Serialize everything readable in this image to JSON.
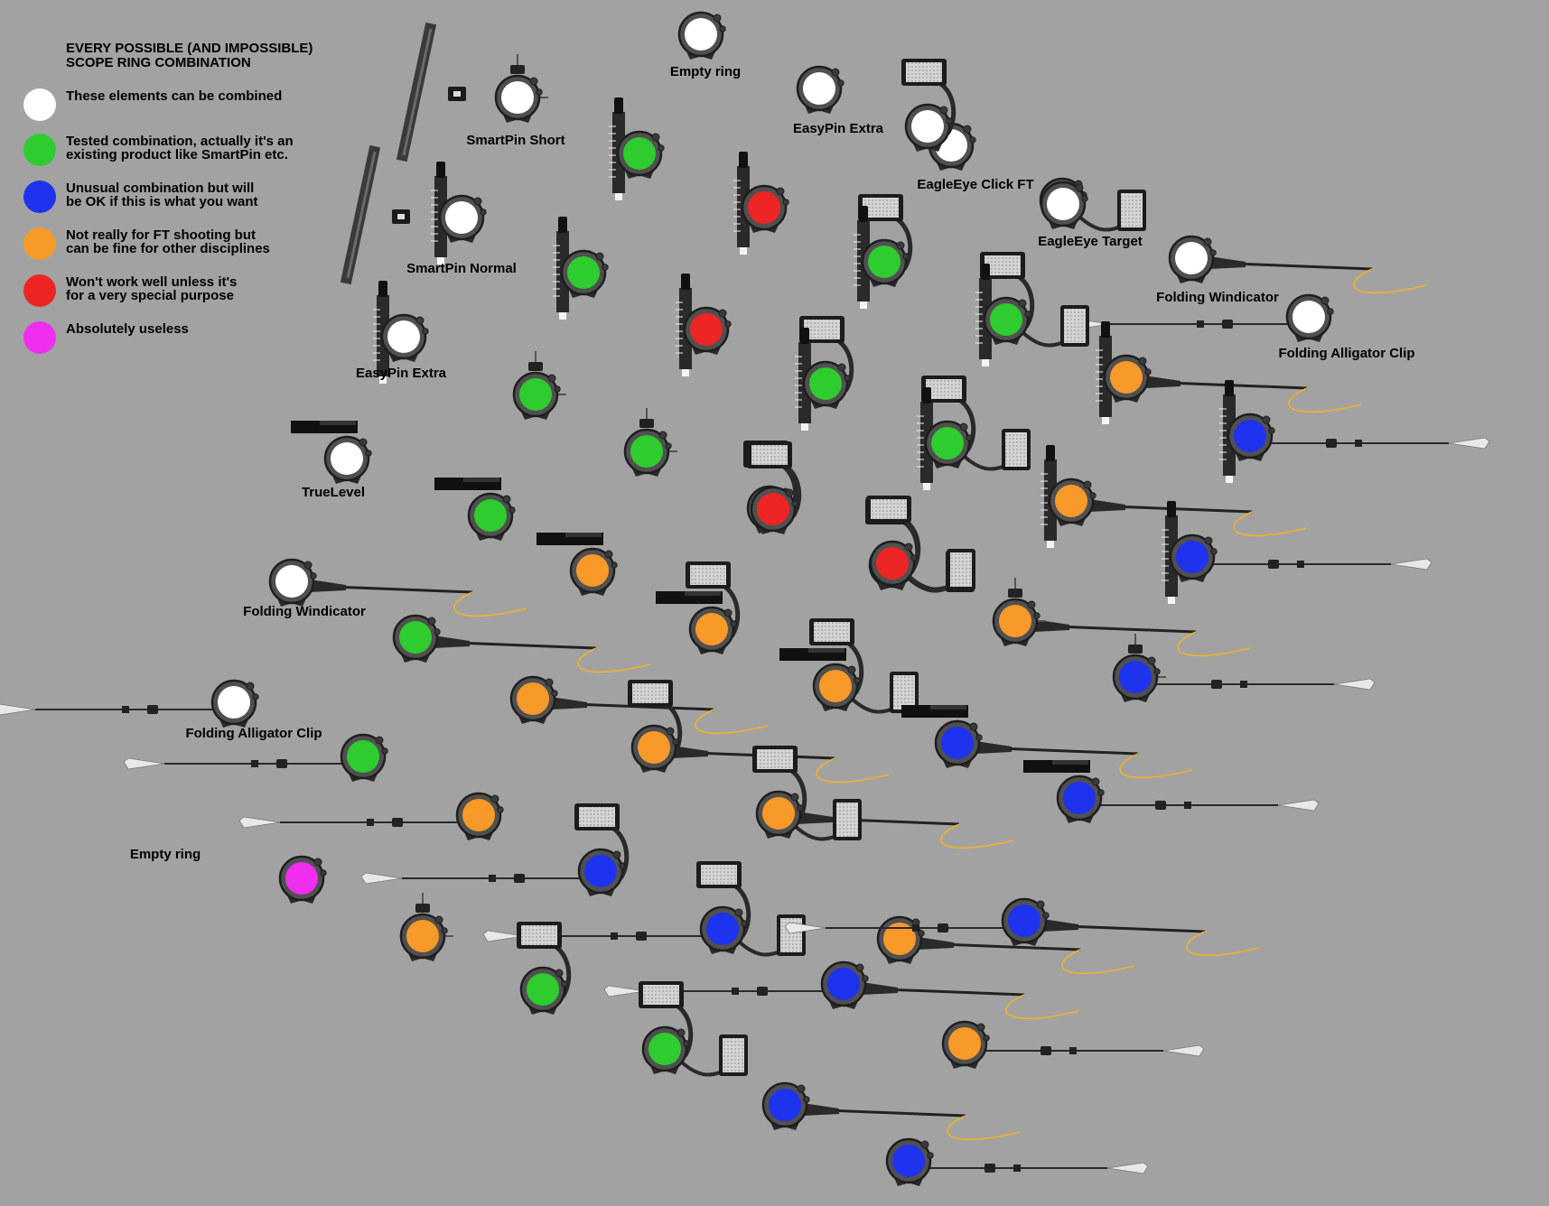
{
  "title_lines": [
    "EVERY POSSIBLE (AND IMPOSSIBLE)",
    "SCOPE RING COMBINATION"
  ],
  "colors": {
    "white": "#ffffff",
    "green": "#2ecc2e",
    "blue": "#1e33ee",
    "orange": "#f89a2a",
    "red": "#ee2525",
    "magenta": "#f02ef0",
    "background": "#a2a2a2",
    "wire": "#f0b22a"
  },
  "legend": [
    {
      "color": "white",
      "lines": [
        "These elements can be combined"
      ]
    },
    {
      "color": "green",
      "lines": [
        "Tested combination, actually it's an",
        "existing product like SmartPin etc."
      ]
    },
    {
      "color": "blue",
      "lines": [
        "Unusual combination but will",
        "be OK if this is what you want"
      ]
    },
    {
      "color": "orange",
      "lines": [
        "Not really for FT shooting but",
        "can be fine for other disciplines"
      ]
    },
    {
      "color": "red",
      "lines": [
        "Won't work well unless it's",
        "for a very special purpose"
      ]
    },
    {
      "color": "magenta",
      "lines": [
        "Absolutely useless"
      ]
    }
  ],
  "element_labels": {
    "empty_ring_top": "Empty ring",
    "smartpin_short": "SmartPin Short",
    "easypin_extra_top": "EasyPin Extra",
    "eagleeye_click_ft": "EagleEye Click FT",
    "eagleeye_target": "EagleEye Target",
    "smartpin_normal": "SmartPin Normal",
    "folding_windicator_right": "Folding Windicator",
    "folding_alligator_clip_right": "Folding Alligator Clip",
    "easypin_extra_left": "EasyPin Extra",
    "truelevel": "TrueLevel",
    "folding_windicator_left": "Folding Windicator",
    "folding_alligator_clip_left": "Folding Alligator Clip",
    "empty_ring_left": "Empty ring"
  },
  "combinations": [
    {
      "color": "white",
      "parts": [
        "ring"
      ]
    },
    {
      "color": "white",
      "parts": [
        "ring"
      ]
    },
    {
      "color": "white",
      "parts": [
        "ring"
      ]
    },
    {
      "color": "white",
      "parts": [
        "ring"
      ]
    },
    {
      "color": "white",
      "parts": [
        "ring",
        "clamp"
      ]
    },
    {
      "color": "white",
      "parts": [
        "ring",
        "pin"
      ]
    },
    {
      "color": "white",
      "parts": [
        "ring",
        "pin"
      ]
    },
    {
      "color": "white",
      "parts": [
        "ring",
        "pad"
      ]
    },
    {
      "color": "white",
      "parts": [
        "ring",
        "target"
      ]
    },
    {
      "color": "white",
      "parts": [
        "ring",
        "tl"
      ]
    },
    {
      "color": "white",
      "parts": [
        "ring",
        "wind"
      ]
    },
    {
      "color": "white",
      "parts": [
        "ring",
        "wind"
      ]
    },
    {
      "color": "white",
      "parts": [
        "ring",
        "alli"
      ]
    },
    {
      "color": "white",
      "parts": [
        "ring",
        "alli"
      ]
    },
    {
      "color": "green",
      "parts": [
        "ring",
        "pin"
      ]
    },
    {
      "color": "green",
      "parts": [
        "ring",
        "pin"
      ]
    },
    {
      "color": "green",
      "parts": [
        "ring",
        "pad",
        "pin"
      ]
    },
    {
      "color": "green",
      "parts": [
        "ring",
        "pad",
        "target",
        "pin"
      ]
    },
    {
      "color": "green",
      "parts": [
        "ring",
        "pad",
        "pin"
      ]
    },
    {
      "color": "green",
      "parts": [
        "ring",
        "pad",
        "target",
        "pin"
      ]
    },
    {
      "color": "green",
      "parts": [
        "ring",
        "clamp"
      ]
    },
    {
      "color": "green",
      "parts": [
        "ring",
        "clamp"
      ]
    },
    {
      "color": "green",
      "parts": [
        "ring",
        "tl"
      ]
    },
    {
      "color": "green",
      "parts": [
        "ring",
        "wind"
      ]
    },
    {
      "color": "green",
      "parts": [
        "ring",
        "alli"
      ]
    },
    {
      "color": "green",
      "parts": [
        "ring",
        "pad"
      ]
    },
    {
      "color": "green",
      "parts": [
        "ring",
        "pad",
        "target"
      ]
    },
    {
      "color": "red",
      "parts": [
        "ring",
        "pin"
      ]
    },
    {
      "color": "red",
      "parts": [
        "ring",
        "pin"
      ]
    },
    {
      "color": "red",
      "parts": [
        "ring",
        "pad"
      ]
    },
    {
      "color": "red",
      "parts": [
        "ring",
        "pad",
        "target"
      ]
    },
    {
      "color": "orange",
      "parts": [
        "ring",
        "pin",
        "wind"
      ]
    },
    {
      "color": "orange",
      "parts": [
        "ring",
        "pin",
        "wind"
      ]
    },
    {
      "color": "orange",
      "parts": [
        "ring",
        "tl"
      ]
    },
    {
      "color": "orange",
      "parts": [
        "ring",
        "pad",
        "tl"
      ]
    },
    {
      "color": "orange",
      "parts": [
        "ring",
        "clamp",
        "wind"
      ]
    },
    {
      "color": "orange",
      "parts": [
        "ring",
        "wind"
      ]
    },
    {
      "color": "orange",
      "parts": [
        "ring",
        "pad",
        "tl",
        "target"
      ]
    },
    {
      "color": "orange",
      "parts": [
        "ring",
        "pad",
        "wind"
      ]
    },
    {
      "color": "orange",
      "parts": [
        "ring",
        "alli"
      ]
    },
    {
      "color": "orange",
      "parts": [
        "ring",
        "pad",
        "target",
        "wind"
      ]
    },
    {
      "color": "orange",
      "parts": [
        "ring",
        "wind"
      ]
    },
    {
      "color": "orange",
      "parts": [
        "ring",
        "clamp"
      ]
    },
    {
      "color": "orange",
      "parts": [
        "ring",
        "alli",
        "alli2"
      ]
    },
    {
      "color": "blue",
      "parts": [
        "ring",
        "pin",
        "alli2"
      ]
    },
    {
      "color": "blue",
      "parts": [
        "ring",
        "pin",
        "alli2"
      ]
    },
    {
      "color": "blue",
      "parts": [
        "ring",
        "clamp",
        "alli2"
      ]
    },
    {
      "color": "blue",
      "parts": [
        "ring",
        "tl",
        "wind"
      ]
    },
    {
      "color": "blue",
      "parts": [
        "ring",
        "tl",
        "alli2"
      ]
    },
    {
      "color": "blue",
      "parts": [
        "ring",
        "pad",
        "alli"
      ]
    },
    {
      "color": "blue",
      "parts": [
        "ring",
        "pad",
        "target",
        "alli"
      ]
    },
    {
      "color": "blue",
      "parts": [
        "ring",
        "wind",
        "alli"
      ]
    },
    {
      "color": "blue",
      "parts": [
        "ring",
        "alli",
        "wind"
      ]
    },
    {
      "color": "blue",
      "parts": [
        "ring",
        "wind"
      ]
    },
    {
      "color": "blue",
      "parts": [
        "ring",
        "alli2"
      ]
    },
    {
      "color": "green",
      "parts": [
        "ring",
        "pad"
      ]
    },
    {
      "color": "green",
      "parts": [
        "ring",
        "pad",
        "target"
      ]
    },
    {
      "color": "magenta",
      "parts": [
        "ring"
      ]
    }
  ]
}
